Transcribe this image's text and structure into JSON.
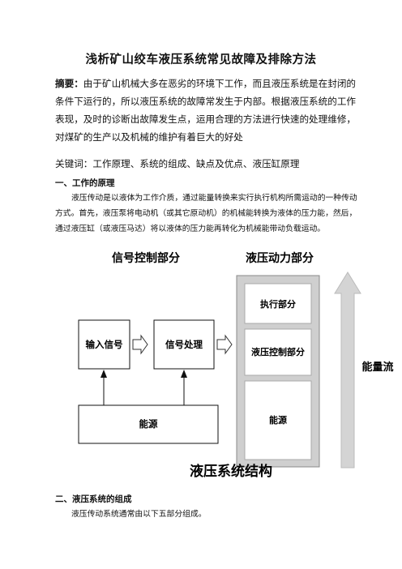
{
  "title": "浅析矿山绞车液压系统常见故障及排除方法",
  "abstract": {
    "label": "摘要：",
    "text": "由于矿山机械大多在恶劣的环境下工作，而且液压系统是在封闭的条件下运行的，所以液压系统的故障常发生于内部。根据液压系统的工作表现，及时的诊断出故障发生点，运用合理的方法进行快速的处理维修，对煤矿的生产以及机械的维护有着巨大的好处"
  },
  "keywords": "关键词：工作原理、系统的组成、缺点及优点、液压缸原理",
  "section1": {
    "heading": "一、工作的原理",
    "paragraph": "液压传动是以液体为工作介质，通过能量转换来实行执行机构所需运动的一种传动方式。首先，液压泵将电动机（或其它原动机）的机械能转换为液体的压力能，然后，通过液压缸（或液压马达）将以液体的压力能再转化为机械能带动负载运动。"
  },
  "diagram": {
    "left_title": "信号控制部分",
    "right_title": "液压动力部分",
    "input_box": "输入信号",
    "process_box": "信号处理",
    "energy_box": "能源",
    "stack": [
      "执行部分",
      "液压控制部分",
      "能源"
    ],
    "flow_label": "能量流",
    "caption": "液压系统结构"
  },
  "section2": {
    "heading": "二、液压系统的组成",
    "paragraph": "液压传动系统通常由以下五部分组成。"
  }
}
